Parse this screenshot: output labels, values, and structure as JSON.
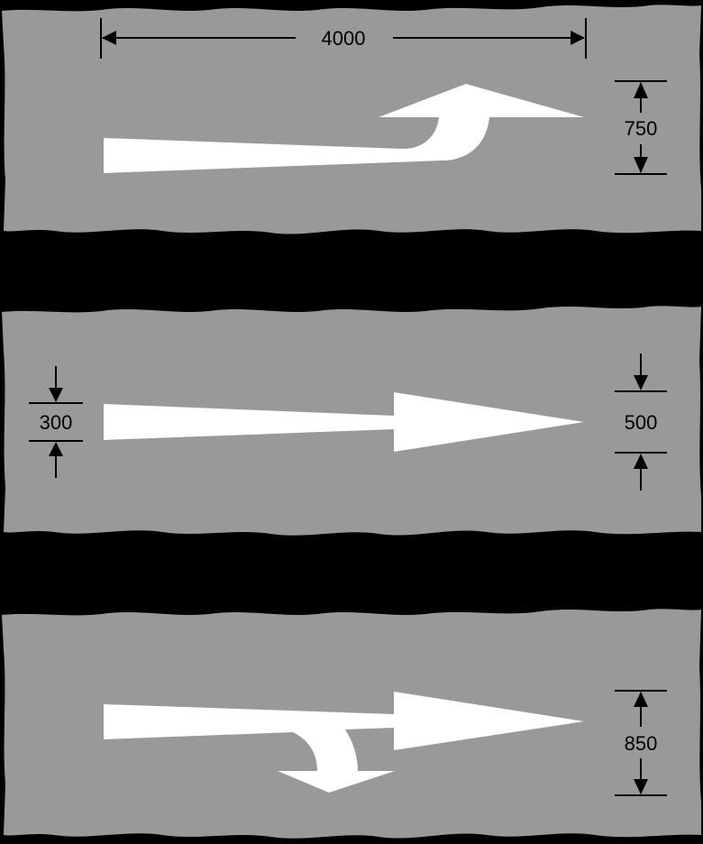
{
  "diagram": {
    "background_color": "#000000",
    "panel_color": "#999999",
    "marking_color": "#ffffff",
    "line_color": "#000000",
    "panels": [
      {
        "name": "ahead-and-left-merge-arrow",
        "arrow_type": "turn-up (merge left) arrow",
        "dimensions": {
          "length_label": "4000",
          "height_label": "750"
        }
      },
      {
        "name": "straight-ahead-arrow",
        "arrow_type": "straight arrow",
        "dimensions": {
          "tail_width_label": "300",
          "head_width_label": "500"
        }
      },
      {
        "name": "straight-and-turn-down-arrow",
        "arrow_type": "straight arrow with downward branch",
        "dimensions": {
          "height_label": "850"
        }
      }
    ]
  }
}
